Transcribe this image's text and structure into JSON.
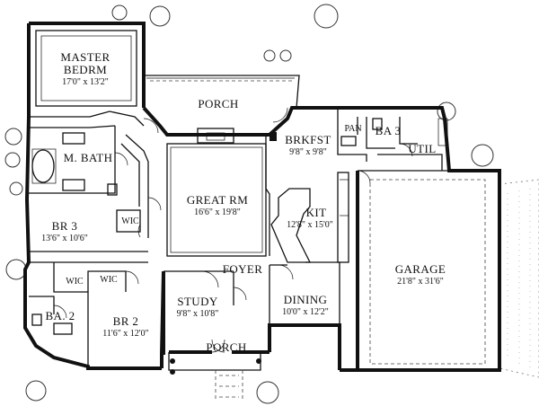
{
  "rooms": {
    "master": {
      "name_line1": "MASTER",
      "name_line2": "BEDRM",
      "size": "17'0\" x 13'2\""
    },
    "porch_top": {
      "name": "PORCH"
    },
    "brkfst": {
      "name": "BRKFST",
      "size": "9'8\" x 9'8\""
    },
    "pan": {
      "name": "PAN"
    },
    "ba3": {
      "name": "BA 3"
    },
    "util": {
      "name": "UTIL"
    },
    "mbath": {
      "name": "M. BATH"
    },
    "great": {
      "name": "GREAT RM",
      "size": "16'6\" x 19'8\""
    },
    "kit": {
      "name": "KIT",
      "size": "12'8\" x 15'0\""
    },
    "br3": {
      "name": "BR 3",
      "size": "13'6\" x 10'6\""
    },
    "wic_br3": {
      "name": "WIC"
    },
    "garage": {
      "name": "GARAGE",
      "size": "21'8\" x 31'6\""
    },
    "foyer": {
      "name": "FOYER"
    },
    "wic_left": {
      "name": "WIC"
    },
    "wic_right": {
      "name": "WIC"
    },
    "study": {
      "name": "STUDY",
      "size": "9'8\" x 10'8\""
    },
    "dining": {
      "name": "DINING",
      "size": "10'0\" x 12'2\""
    },
    "ba2": {
      "name": "BA. 2"
    },
    "br2": {
      "name": "BR 2",
      "size": "11'6\" x 12'0\""
    },
    "porch_bottom": {
      "name": "PORCH"
    }
  }
}
